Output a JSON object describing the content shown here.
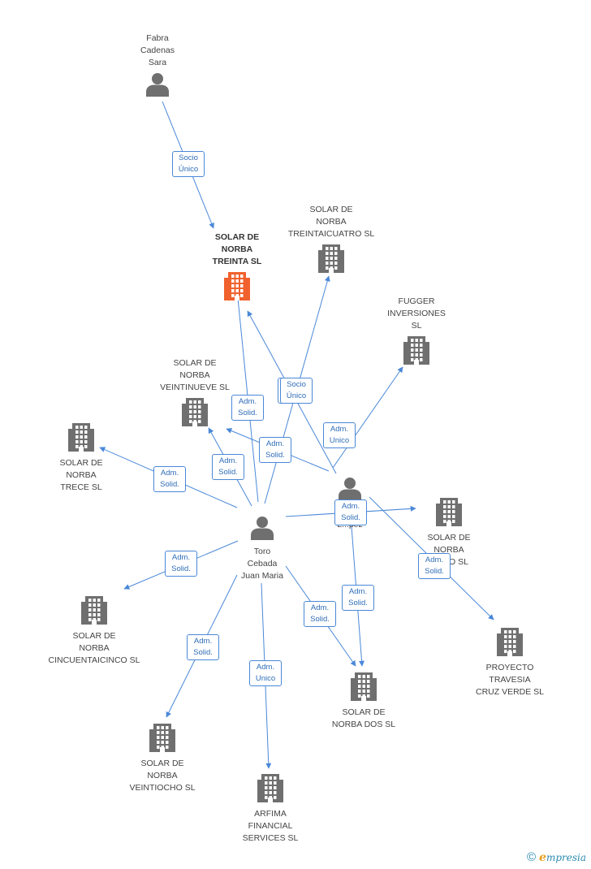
{
  "colors": {
    "edge": "#4a88d8",
    "icon": "#6f6f6f",
    "focus": "#f0612d"
  },
  "nodes": [
    {
      "id": "fabra",
      "type": "person",
      "label": "Fabra\nCadenas\nSara"
    },
    {
      "id": "treinta",
      "type": "company",
      "label": "SOLAR DE\nNORBA\nTREINTA SL",
      "focus": true
    },
    {
      "id": "treinta4",
      "type": "company",
      "label": "SOLAR DE\nNORBA\nTREINTAICUATRO SL"
    },
    {
      "id": "fugger",
      "type": "company",
      "label": "FUGGER\nINVERSIONES\nSL"
    },
    {
      "id": "veinti9",
      "type": "company",
      "label": "SOLAR DE\nNORBA\nVEINTINUEVE SL"
    },
    {
      "id": "trece",
      "type": "company",
      "label": "SOLAR DE\nNORBA\nTRECE SL"
    },
    {
      "id": "fernandez",
      "type": "person",
      "label": "Fe...ey\nL...pez"
    },
    {
      "id": "veintiuno",
      "type": "company",
      "label": "SOLAR DE\nNORBA\n...UNO SL"
    },
    {
      "id": "toro",
      "type": "person",
      "label": "Toro\nCebada\nJuan Maria"
    },
    {
      "id": "cincuenta5",
      "type": "company",
      "label": "SOLAR DE\nNORBA\nCINCUENTAICINCO SL"
    },
    {
      "id": "proyecto",
      "type": "company",
      "label": "PROYECTO\nTRAVESIA\nCRUZ VERDE SL"
    },
    {
      "id": "dos",
      "type": "company",
      "label": "SOLAR DE\nNORBA DOS SL"
    },
    {
      "id": "veinti8",
      "type": "company",
      "label": "SOLAR DE\nNORBA\nVEINTIOCHO SL"
    },
    {
      "id": "arfima",
      "type": "company",
      "label": "ARFIMA\nFINANCIAL\nSERVICES  SL"
    }
  ],
  "edges": [
    {
      "from": "fabra",
      "to": "treinta",
      "label": "Socio\nÚnico"
    },
    {
      "from": "toro",
      "to": "treinta",
      "label": "Adm.\nSolid."
    },
    {
      "from": "fernandez",
      "to": "treinta",
      "label": "Socio\nÚnico"
    },
    {
      "from": "toro",
      "to": "treinta4",
      "label": "Socio\nÚnico"
    },
    {
      "from": "fernandez",
      "to": "fugger",
      "label": "Adm.\nUnico"
    },
    {
      "from": "toro",
      "to": "veinti9",
      "label": "Adm.\nSolid."
    },
    {
      "from": "fernandez",
      "to": "veinti9",
      "label": "Adm.\nSolid."
    },
    {
      "from": "toro",
      "to": "trece",
      "label": "Adm.\nSolid."
    },
    {
      "from": "toro",
      "to": "veintiuno",
      "label": "Adm.\nSolid."
    },
    {
      "from": "fernandez",
      "to": "proyecto",
      "label": "Adm.\nSolid."
    },
    {
      "from": "toro",
      "to": "cincuenta5",
      "label": "Adm.\nSolid."
    },
    {
      "from": "toro",
      "to": "dos",
      "label": "Adm.\nSolid."
    },
    {
      "from": "fernandez",
      "to": "dos",
      "label": "Adm.\nSolid."
    },
    {
      "from": "toro",
      "to": "veinti8",
      "label": "Adm.\nSolid."
    },
    {
      "from": "toro",
      "to": "arfima",
      "label": "Adm.\nUnico"
    }
  ],
  "footer": {
    "copyright": "©",
    "brand_initial": "e",
    "brand_rest": "mpresia"
  }
}
